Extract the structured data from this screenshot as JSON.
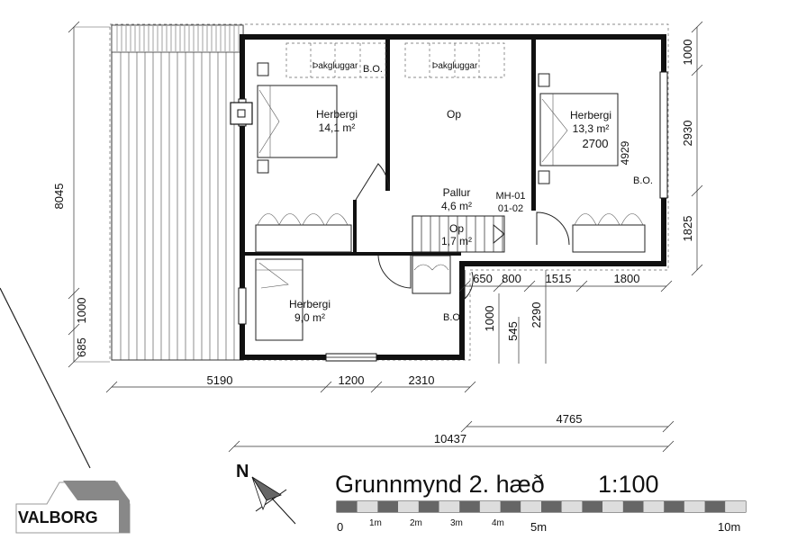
{
  "title": "Grunnmynd 2. hæð",
  "scale": "1:100",
  "logo": {
    "text": "VALBORG"
  },
  "north": "N",
  "rooms": {
    "bedroom_left": {
      "name": "Herbergi",
      "area": "14,1 m²"
    },
    "bedroom_right": {
      "name": "Herbergi",
      "area": "13,3 m²"
    },
    "bedroom_bottom": {
      "name": "Herbergi",
      "area": "9,0 m²"
    },
    "open_center": {
      "name": "Op"
    },
    "landing": {
      "name": "Pallur",
      "area": "4,6 m²"
    },
    "stair_opening": {
      "name": "Op",
      "area": "1,7 m²"
    }
  },
  "labels": {
    "skylight_1": "Þakgluggar",
    "skylight_2": "Þakgluggar",
    "bo_1": "B.O.",
    "bo_2": "B.O.",
    "bo_3": "B.O.",
    "mh_1": "MH-01",
    "mh_2": "01-02"
  },
  "dimensions": {
    "left_8045": "8045",
    "left_1000": "1000",
    "left_685": "685",
    "right_1000": "1000",
    "right_2930": "2930",
    "right_1825": "1825",
    "inner_4929": "4929",
    "inner_2700": "2700",
    "mid_650": "650",
    "mid_800": "800",
    "mid_1515": "1515",
    "mid_1800": "1800",
    "v_1000": "1000",
    "v_545": "545",
    "v_2290": "2290",
    "bottom_5190": "5190",
    "bottom_1200": "1200",
    "bottom_2310": "2310",
    "total_4765": "4765",
    "total_10437": "10437"
  },
  "scale_bar": {
    "labels": [
      "0",
      "1m",
      "2m",
      "3m",
      "4m",
      "5m",
      "10m"
    ]
  }
}
